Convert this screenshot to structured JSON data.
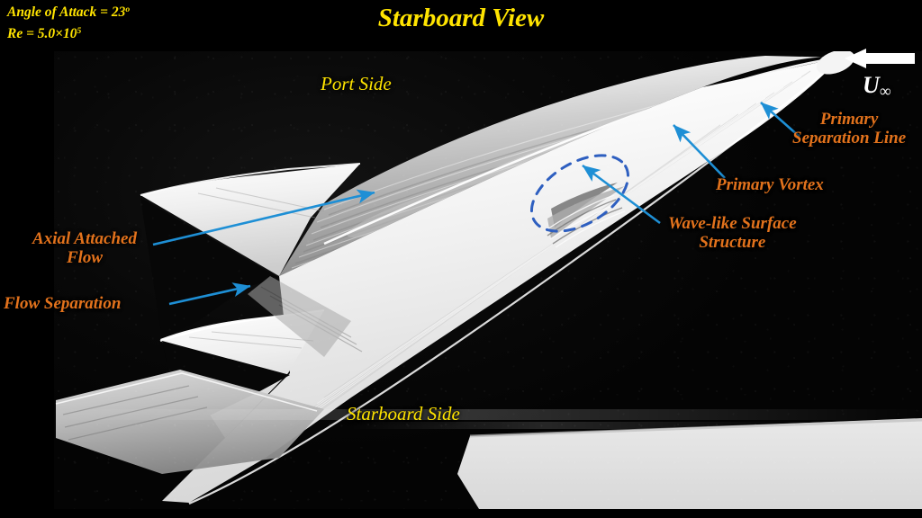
{
  "figure": {
    "title": "Starboard View",
    "conditions": {
      "angle_of_attack_label": "Angle of Attack = 23",
      "angle_of_attack_unit": "o",
      "reynolds_label": "Re = 5.0×10",
      "reynolds_exponent": "5"
    },
    "freestream": {
      "symbol": "U",
      "subscript": "∞",
      "arrow_direction": "left",
      "arrow_color": "#ffffff"
    }
  },
  "surface_labels": {
    "port_side": "Port Side",
    "starboard_side": "Starboard Side"
  },
  "annotations": [
    {
      "id": "primary-separation-line",
      "text_line1": "Primary",
      "text_line2": "Separation Line",
      "color": "#E2721C"
    },
    {
      "id": "primary-vortex",
      "text_line1": "Primary Vortex",
      "text_line2": "",
      "color": "#E2721C"
    },
    {
      "id": "wave-like-surface-structure",
      "text_line1": "Wave-like Surface",
      "text_line2": "Structure",
      "color": "#E2721C"
    },
    {
      "id": "axial-attached-flow",
      "text_line1": "Axial Attached",
      "text_line2": "Flow",
      "color": "#E2721C"
    },
    {
      "id": "flow-separation",
      "text_line1": "Flow Separation",
      "text_line2": "",
      "color": "#E2721C"
    }
  ],
  "colors": {
    "title_yellow": "#FFE400",
    "label_orange": "#E2721C",
    "leader_blue": "#1E8FD5",
    "ellipse_blue": "#2E5FC0",
    "background": "#000000"
  },
  "image_caption": "Surface oil-flow visualization photograph of a slender delta-wing / chined forebody model at high angle of attack, starboard view"
}
